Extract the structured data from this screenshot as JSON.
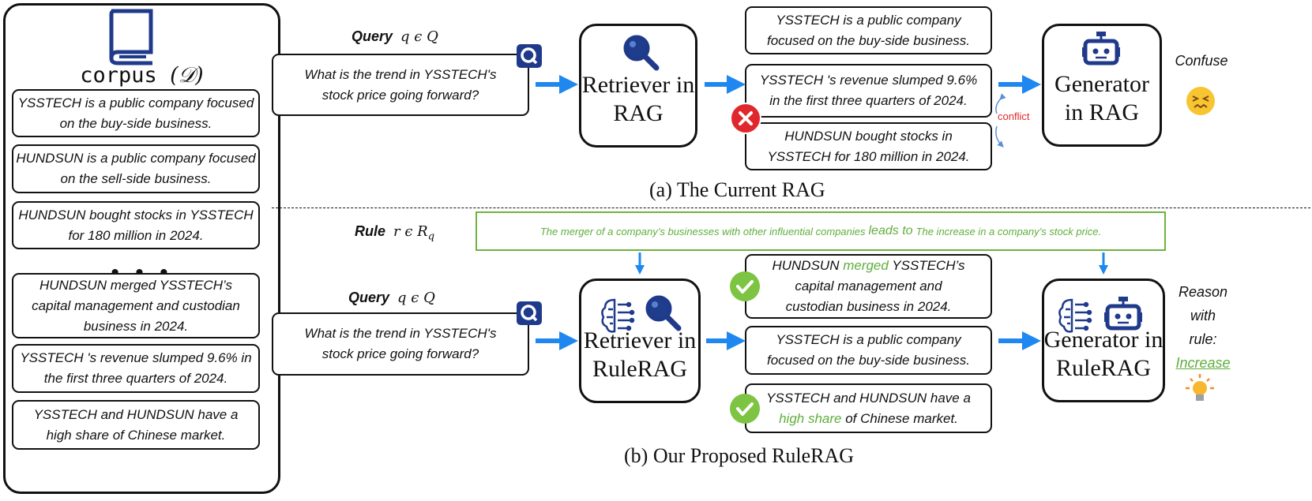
{
  "corpus": {
    "title": "corpus",
    "symbol": "(𝒟)",
    "ellipsis": "• • •",
    "docs": [
      "YSSTECH is a public company focused on the buy-side business.",
      "HUNDSUN is a public company focused on the sell-side business.",
      "HUNDSUN bought stocks in YSSTECH for 180 million in 2024.",
      "HUNDSUN merged YSSTECH’s capital management and custodian business in 2024.",
      "YSSTECH 's revenue slumped 9.6% in the first three quarters of 2024.",
      "YSSTECH and HUNDSUN have a high share of Chinese market."
    ]
  },
  "top": {
    "query_label": "Query",
    "query_math": "q ϵ Q",
    "query_text": "What is the trend in YSSTECH's stock price going forward?",
    "retriever": "Retriever in RAG",
    "docs": [
      "YSSTECH is a public company focused on the buy-side business.",
      "YSSTECH 's revenue slumped 9.6% in the first three quarters of 2024.",
      "HUNDSUN bought stocks in YSSTECH for 180 million in 2024."
    ],
    "conflict": "conflict",
    "generator": "Generator in RAG",
    "outcome": "Confuse",
    "caption": "(a) The Current RAG"
  },
  "bottom": {
    "rule_label": "Rule",
    "rule_math": "r ϵ R",
    "rule_sub": "q",
    "rule_part1": "The merger of a company’s businesses with other influential companies",
    "rule_link": "leads to",
    "rule_part2": "The increase in a company’s stock price.",
    "query_label": "Query",
    "query_math": "q ϵ Q",
    "query_text": "What is the trend in YSSTECH's stock price going forward?",
    "retriever": "Retriever in RuleRAG",
    "doc1_a": "HUNDSUN",
    "doc1_hl": "merged",
    "doc1_b": "YSSTECH’s capital management and custodian business in 2024.",
    "doc2": "YSSTECH is a public company focused on the buy-side business.",
    "doc3_a": "YSSTECH and HUNDSUN have a",
    "doc3_hl": "high share",
    "doc3_b": "of Chinese market.",
    "generator": "Generator in RuleRAG",
    "outcome_line1": "Reason",
    "outcome_line2": "with",
    "outcome_line3": "rule:",
    "outcome_answer": "Increase",
    "caption": "(b) Our Proposed RuleRAG"
  },
  "colors": {
    "arrow": "#1e88f0",
    "icon_navy": "#1f3a8a",
    "green": "#5fae3b",
    "conflict": "#e0282c",
    "check": "#7cc442"
  }
}
